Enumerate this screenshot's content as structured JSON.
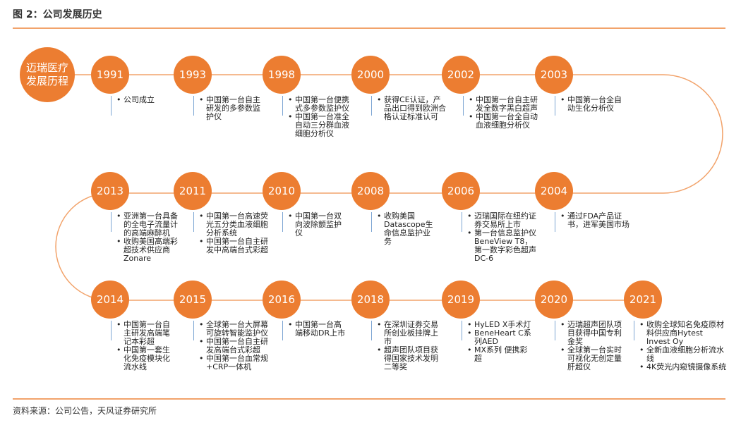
{
  "header": {
    "title": "图 2：公司发展历史"
  },
  "start": {
    "label": "迈瑞医疗发展历程"
  },
  "footer": {
    "source": "资料来源：公司公告，天风证券研究所"
  },
  "colors": {
    "accent": "#ec7d31",
    "connector": "#f2a36b",
    "marker": "#7da6d3"
  },
  "rows": [
    {
      "events": [
        {
          "year": "1991",
          "items": [
            "公司成立"
          ]
        },
        {
          "year": "1993",
          "items": [
            "中国第一台自主研发的多参数监护仪"
          ]
        },
        {
          "year": "1998",
          "items": [
            "中国第一台便携式多参数监护仪",
            "中国第一台准全自动三分群血液细胞分析仪"
          ]
        },
        {
          "year": "2000",
          "items": [
            "获得CE认证，产品出口得到欧洲合格认证标准认可"
          ]
        },
        {
          "year": "2002",
          "items": [
            "中国第一台自主研发全数字黑白超声",
            "中国第一台全自动血液细胞分析仪"
          ]
        },
        {
          "year": "2003",
          "items": [
            "中国第一台全自动生化分析仪"
          ]
        }
      ]
    },
    {
      "events": [
        {
          "year": "2013",
          "items": [
            "亚洲第一台具备的全电子流量计的高端麻醉机",
            "收购美国高端彩超技术供应商Zonare"
          ]
        },
        {
          "year": "2011",
          "items": [
            "中国第一台高速荧光五分类血液细胞分析系统",
            "中国第一台自主研发中高端台式彩超"
          ]
        },
        {
          "year": "2010",
          "items": [
            "中国第一台双向波除颤监护仪"
          ]
        },
        {
          "year": "2008",
          "items": [
            "收购美国Datascope生命信息监护业务"
          ]
        },
        {
          "year": "2006",
          "items": [
            "迈瑞国际在纽约证券交易所上市",
            "第一台信息监护仪BeneView T8，第一数字彩色超声DC-6"
          ]
        },
        {
          "year": "2004",
          "items": [
            "通过FDA产品证书，进军美国市场"
          ]
        }
      ]
    },
    {
      "events": [
        {
          "year": "2014",
          "items": [
            "中国第一台自主研发高端笔记本彩超",
            "中国第一套生化免疫模块化流水线"
          ]
        },
        {
          "year": "2015",
          "items": [
            "全球第一台大屏幕可旋转智能监护仪",
            "中国第一台自主研发高端台式彩超",
            "中国第一台血常规+CRP一体机"
          ]
        },
        {
          "year": "2016",
          "items": [
            "中国第一台高端移动DR上市"
          ]
        },
        {
          "year": "2018",
          "items": [
            "在深圳证券交易所创业板挂牌上市",
            "超声团队项目获得国家技术发明二等奖"
          ]
        },
        {
          "year": "2019",
          "items": [
            "HyLED X手术灯",
            "BeneHeart C系列AED",
            "MX系列 便携彩超"
          ]
        },
        {
          "year": "2020",
          "items": [
            "迈瑞超声团队项目获得中国专利金奖",
            "全球第一台实时可视化无创定量肝超仪"
          ]
        },
        {
          "year": "2021",
          "items": [
            "收购全球知名免疫原材料供应商Hytest Invest Oy",
            "全新血液细胞分析流水线",
            "4K荧光内窥镜摄像系统"
          ]
        }
      ]
    }
  ]
}
